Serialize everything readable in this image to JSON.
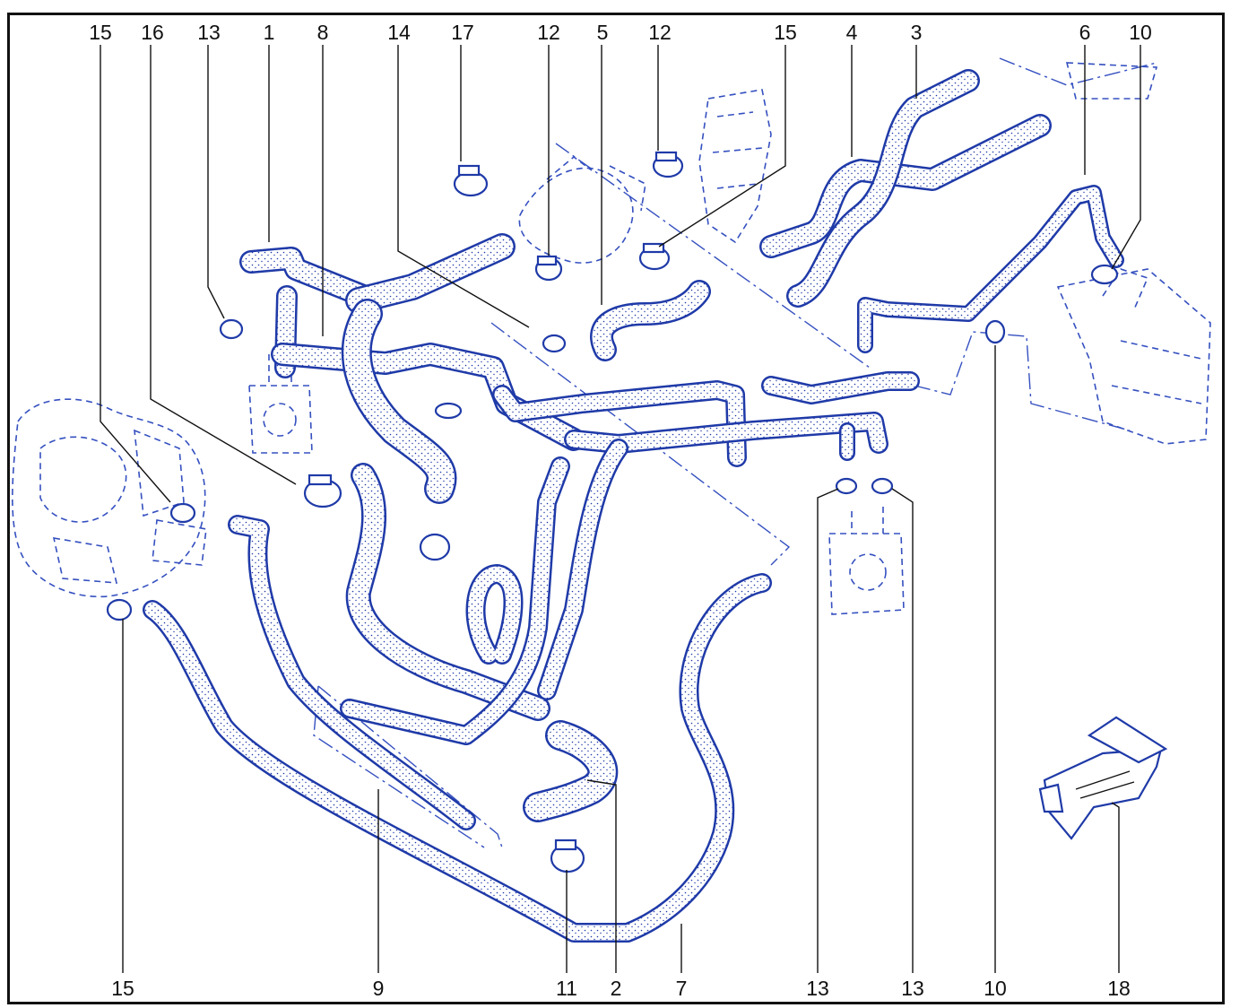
{
  "diagram": {
    "colors": {
      "line": "#1f3aa8",
      "hose_fill": "#d9def5",
      "label": "#111111",
      "frame": "#111111"
    },
    "callouts_top": [
      "15",
      "16",
      "13",
      "1",
      "8",
      "14",
      "17",
      "12",
      "5",
      "12",
      "15",
      "4",
      "3",
      "6",
      "10"
    ],
    "callouts_bottom": [
      "15",
      "9",
      "11",
      "2",
      "7",
      "13",
      "13",
      "10",
      "18"
    ]
  }
}
